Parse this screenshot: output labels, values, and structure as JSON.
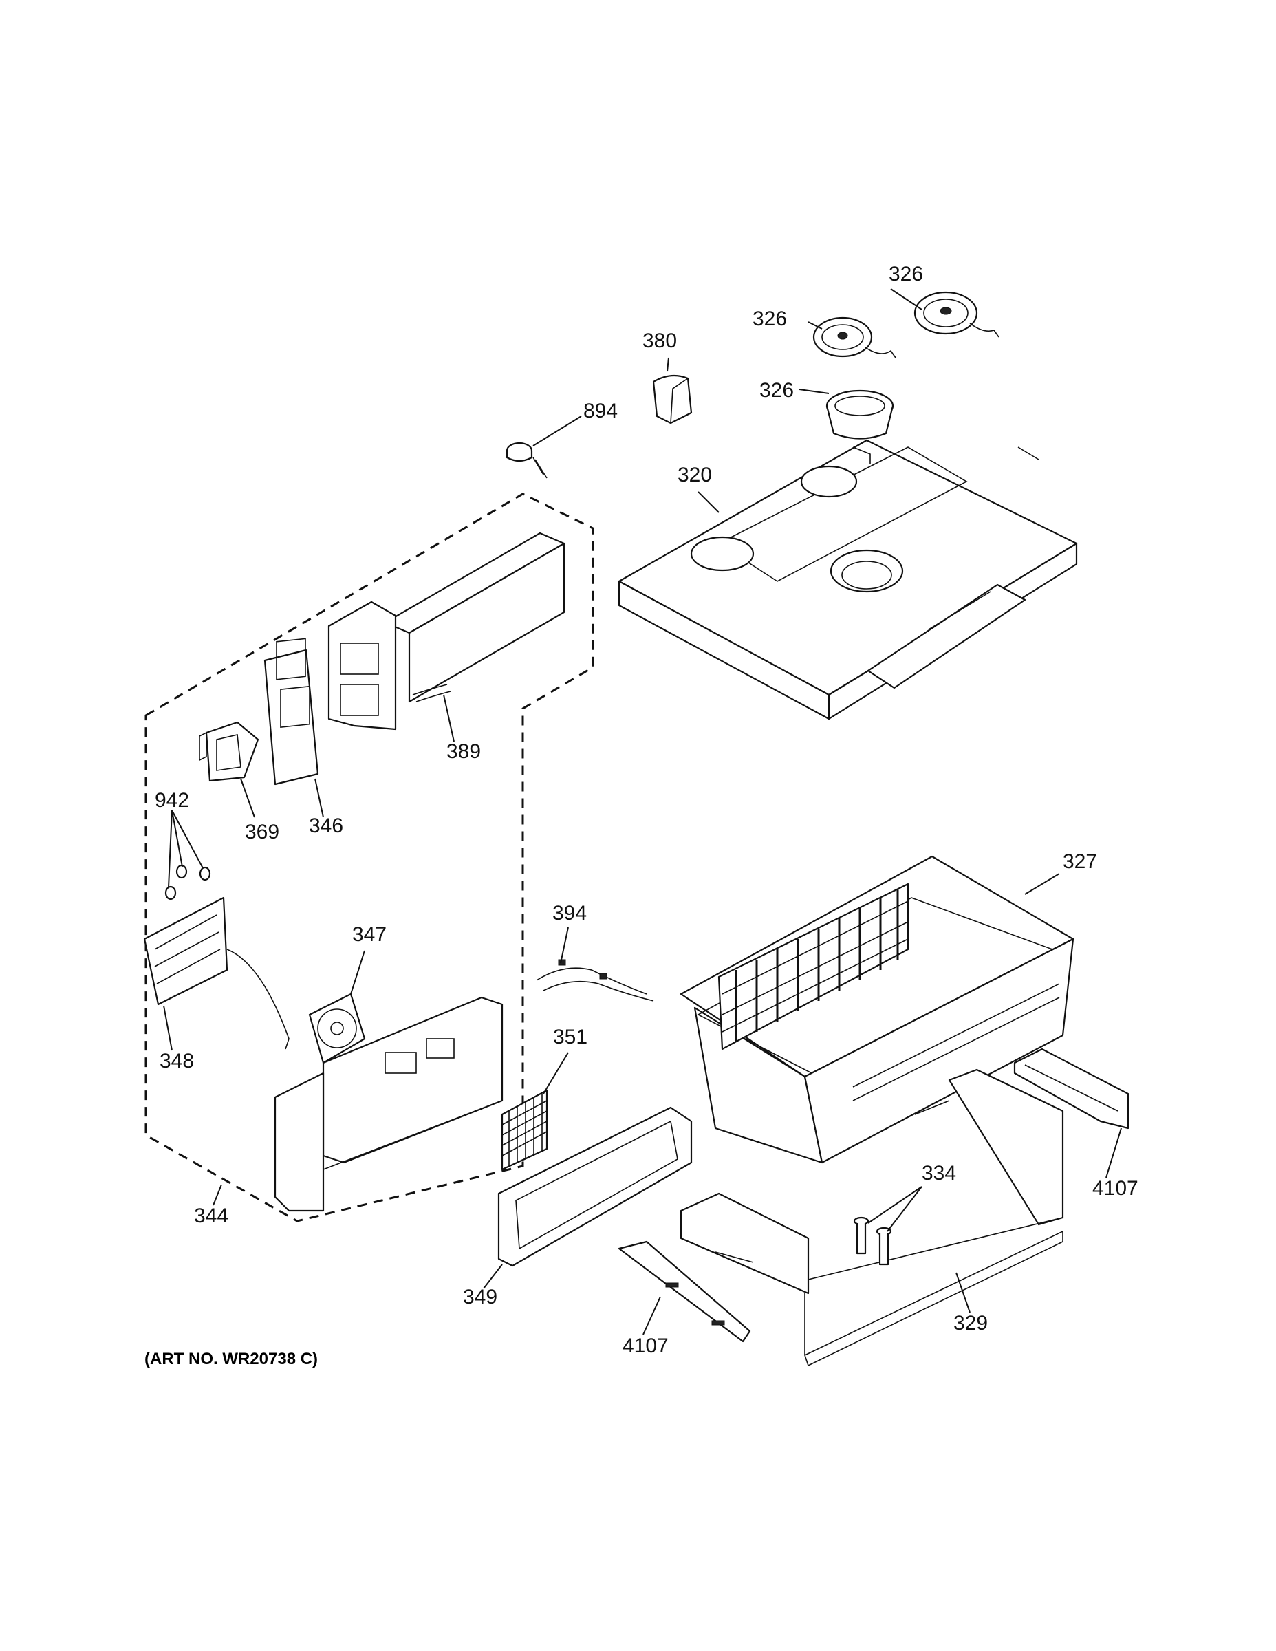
{
  "art_number": "(ART NO. WR20738 C)",
  "labels": {
    "p326_top": "326",
    "p326_mid": "326",
    "p326_low": "326",
    "p380": "380",
    "p894": "894",
    "p320": "320",
    "p389": "389",
    "p942": "942",
    "p369": "369",
    "p346": "346",
    "p347": "347",
    "p348": "348",
    "p344": "344",
    "p394": "394",
    "p351": "351",
    "p349": "349",
    "p4107_left": "4107",
    "p4107_right": "4107",
    "p327": "327",
    "p334": "334",
    "p329": "329"
  }
}
